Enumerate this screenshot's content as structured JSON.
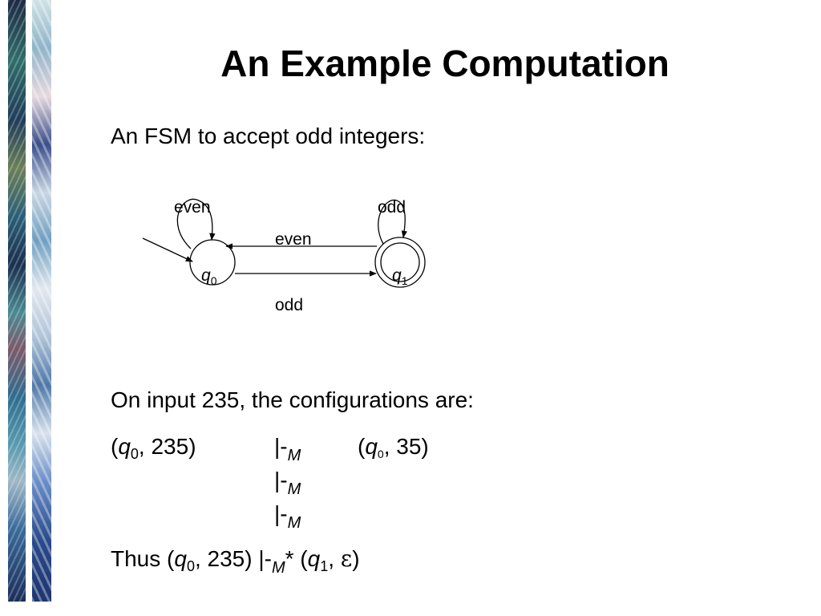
{
  "slide": {
    "title": "An Example Computation",
    "subtitle": "An FSM to accept odd integers:"
  },
  "fsm": {
    "states": [
      {
        "var": "q",
        "sub": "0"
      },
      {
        "var": "q",
        "sub": "1"
      }
    ],
    "loop_q0_label": "even",
    "loop_q1_label": "odd",
    "edge_q1_q0_label": "even",
    "edge_q0_q1_label": "odd"
  },
  "configurations": {
    "intro": "On input 235, the configurations are:",
    "row1": {
      "open": "(",
      "var": "q",
      "sub": "0",
      "rest": ", 235)"
    },
    "yields": [
      {
        "symbol": "|-",
        "sub": "M"
      },
      {
        "symbol": "|-",
        "sub": "M"
      },
      {
        "symbol": "|-",
        "sub": "M"
      }
    ],
    "result1": {
      "open": "(",
      "var": "q",
      "sub": "0",
      "rest": ", 35)"
    }
  },
  "conclusion": {
    "prefix": "Thus (",
    "var1": "q",
    "sub1": "0",
    "mid1": ", 235) |-",
    "yield_sub": "M",
    "star_open": "* (",
    "var2": "q",
    "sub2": "1",
    "comma": ", ",
    "epsilon": "ε",
    "close": ")"
  }
}
